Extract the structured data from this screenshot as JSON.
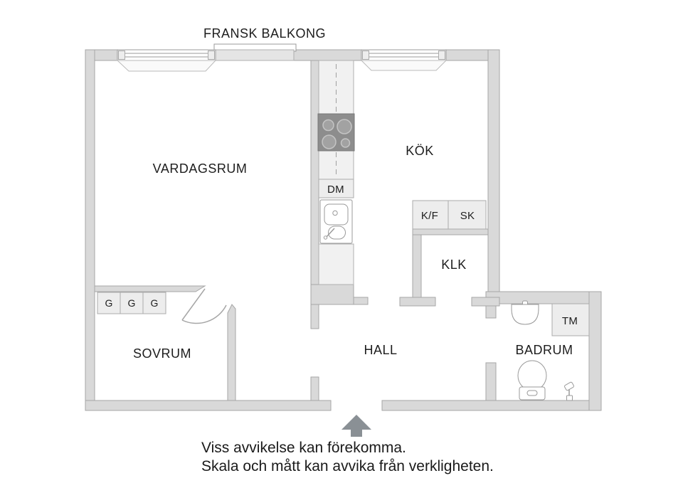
{
  "plan": {
    "balcony_label": "FRANSK BALKONG",
    "rooms": {
      "living": "VARDAGSRUM",
      "kitchen": "KÖK",
      "closet": "KLK",
      "hall": "HALL",
      "bedroom": "SOVRUM",
      "bathroom": "BADRUM"
    },
    "fixtures": {
      "dishwasher": "DM",
      "fridge_freezer": "K/F",
      "cabinet": "SK",
      "washing_machine": "TM",
      "wardrobes": [
        "G",
        "G",
        "G"
      ]
    },
    "icons": [
      "stove-icon",
      "kitchen-sink-icon",
      "bathroom-sink-icon",
      "toilet-icon",
      "shower-icon",
      "entrance-arrow-icon",
      "window-icon",
      "french-balcony-icon",
      "door-swing-icon"
    ],
    "colors": {
      "wall": "#d9d9d9",
      "wall_outline": "#a6a6a6",
      "fixture": "#ededed",
      "stove": "#8d8d8d",
      "arrow": "#8a9095",
      "text": "#1d1d1d"
    }
  },
  "disclaimer": {
    "line1": "Viss avvikelse kan förekomma.",
    "line2": "Skala och mått kan avvika från verkligheten."
  }
}
